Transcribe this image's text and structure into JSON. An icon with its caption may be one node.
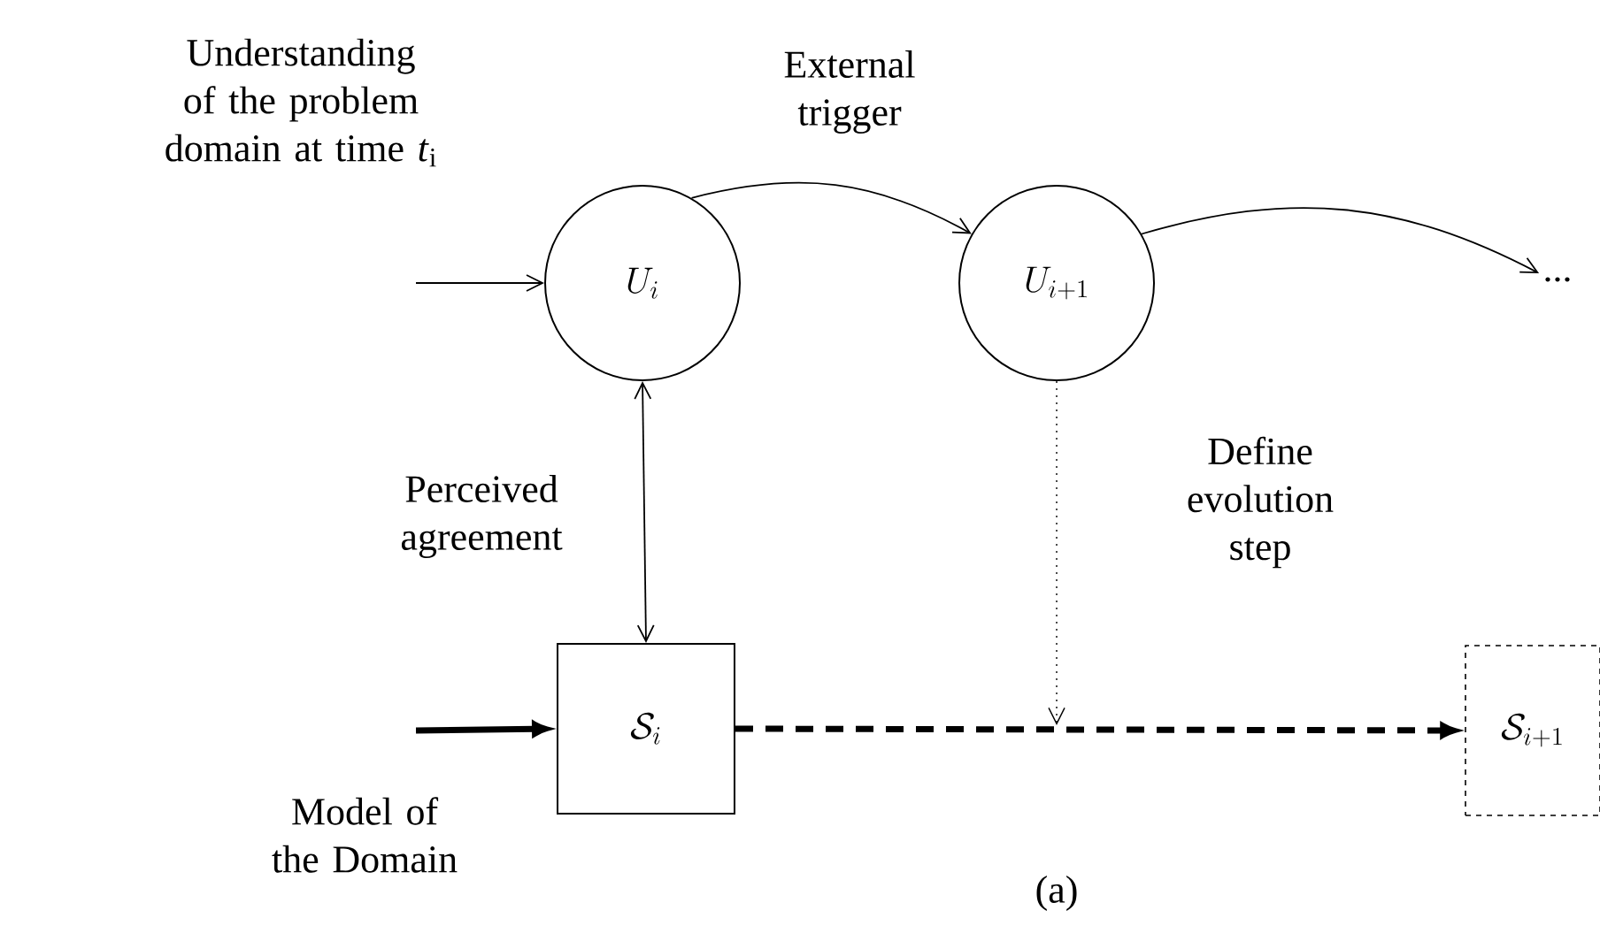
{
  "diagram": {
    "caption": "(a)",
    "nodes": [
      {
        "text": [
          "U_i"
        ]
      },
      {
        "text": [
          "U_{i+1}"
        ]
      },
      {
        "text": [
          "..."
        ]
      },
      {
        "text": [
          "\\mathcal{S}_i"
        ]
      },
      {
        "text": [
          "\\mathcal{S}_{i+1}"
        ]
      }
    ],
    "edges": [
      {
        "from": null,
        "to": 0,
        "arrow": "to",
        "label": "Understanding of the problem domain at time *t*$_{i}$"
      },
      {
        "from": 0,
        "to": 1,
        "arrow": "to",
        "label": "External trigger"
      },
      {
        "from": 1,
        "to": 2,
        "arrow": "to"
      },
      {
        "from": 0,
        "to": 3,
        "arrow": "both",
        "label": "Perceived agreement"
      },
      {
        "from": null,
        "to": 3,
        "arrow": "to",
        "style": "thick",
        "label": "Model of the Domain"
      },
      {
        "from": 3,
        "to": 4,
        "arrow": "to",
        "style": "dashed"
      },
      {
        "from": 1,
        "to": null,
        "arrow": "to",
        "style": "dashed",
        "label": "Define evolution step"
      }
    ]
  }
}
